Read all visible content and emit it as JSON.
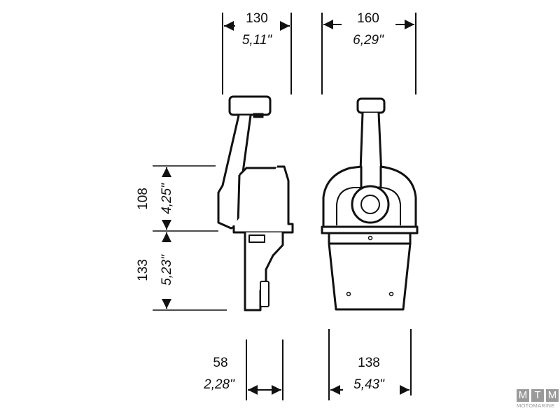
{
  "diagram": {
    "subject": "single-lever engine control (side and front views)",
    "dimensions": {
      "side_width": {
        "mm": "130",
        "inch": "5,11\""
      },
      "front_width": {
        "mm": "160",
        "inch": "6,29\""
      },
      "upper_height": {
        "mm": "108",
        "inch": "4,25\""
      },
      "lower_height": {
        "mm": "133",
        "inch": "5,23\""
      },
      "base_depth": {
        "mm": "58",
        "inch": "2,28\""
      },
      "base_width": {
        "mm": "138",
        "inch": "5,43\""
      }
    }
  },
  "logo": {
    "letters": [
      "M",
      "T",
      "M"
    ],
    "text": "MOTOMARINE",
    "color": "#9a9a9a"
  }
}
